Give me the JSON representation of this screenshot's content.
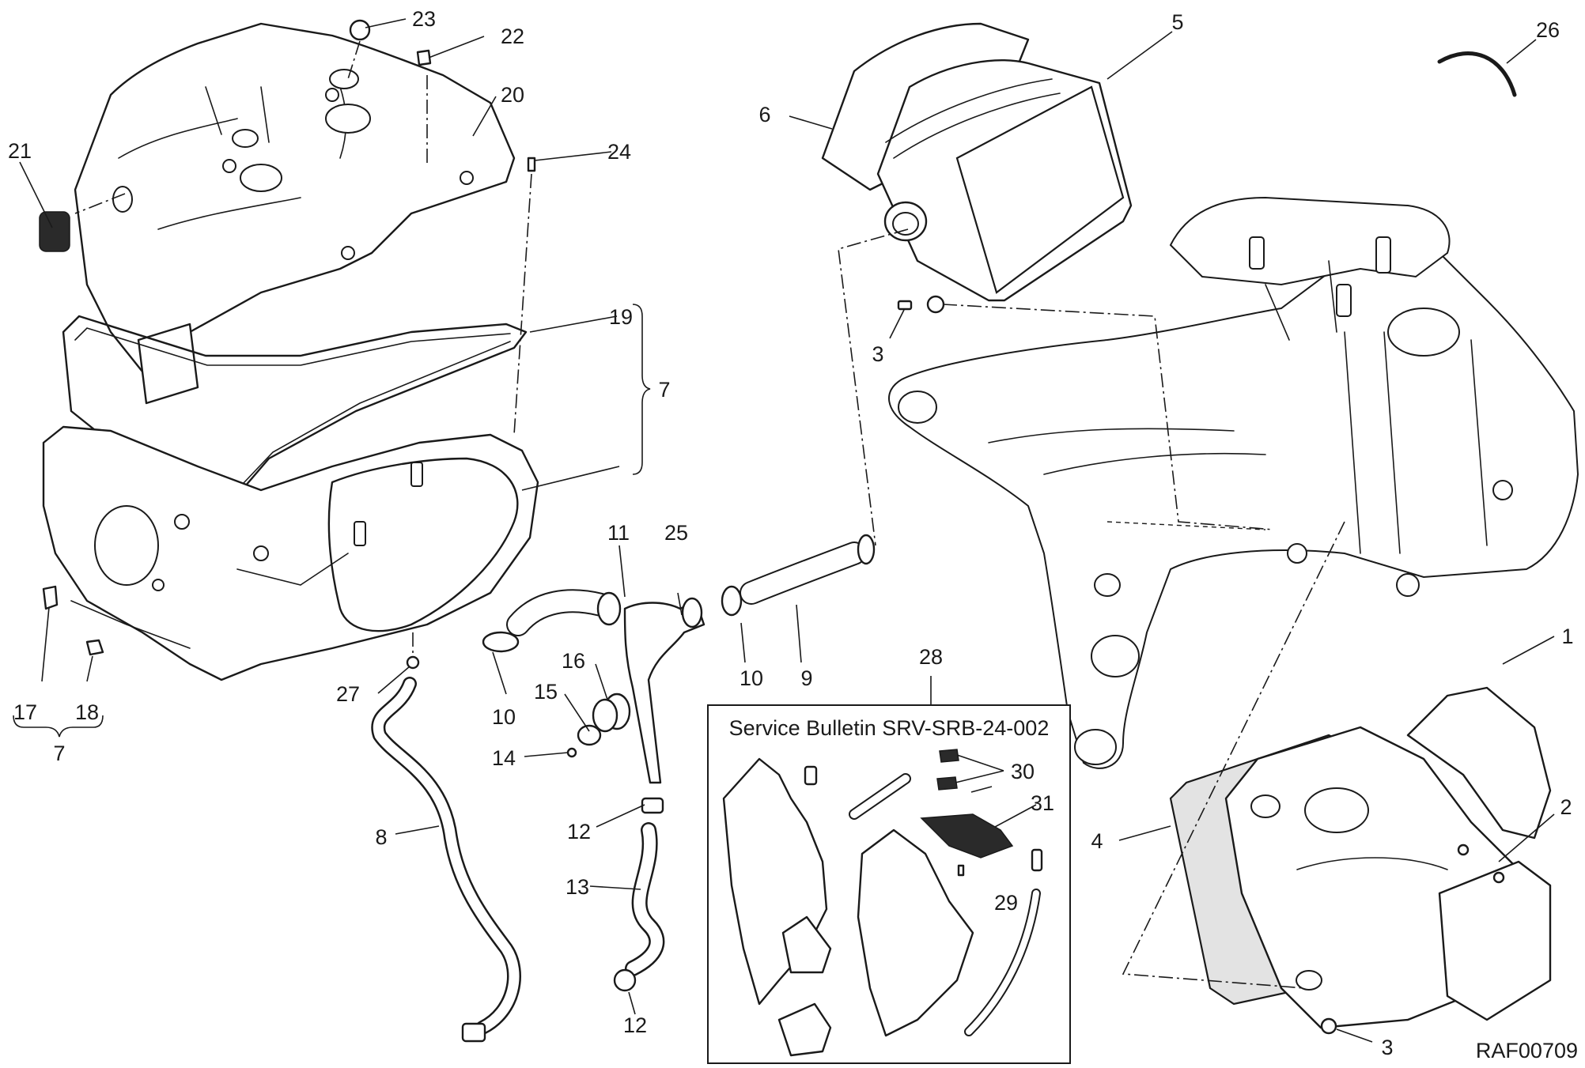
{
  "diagram": {
    "drawing_code": "RAF00709",
    "service_bulletin": {
      "title": "Service Bulletin SRV-SRB-24-002"
    },
    "callouts": [
      {
        "id": "c1",
        "label": "1"
      },
      {
        "id": "c2",
        "label": "2"
      },
      {
        "id": "c3a",
        "label": "3"
      },
      {
        "id": "c3b",
        "label": "3"
      },
      {
        "id": "c4",
        "label": "4"
      },
      {
        "id": "c5",
        "label": "5"
      },
      {
        "id": "c6",
        "label": "6"
      },
      {
        "id": "c7a",
        "label": "7"
      },
      {
        "id": "c7b",
        "label": "7"
      },
      {
        "id": "c8",
        "label": "8"
      },
      {
        "id": "c9",
        "label": "9"
      },
      {
        "id": "c10a",
        "label": "10"
      },
      {
        "id": "c10b",
        "label": "10"
      },
      {
        "id": "c11",
        "label": "11"
      },
      {
        "id": "c12a",
        "label": "12"
      },
      {
        "id": "c12b",
        "label": "12"
      },
      {
        "id": "c13",
        "label": "13"
      },
      {
        "id": "c14",
        "label": "14"
      },
      {
        "id": "c15",
        "label": "15"
      },
      {
        "id": "c16",
        "label": "16"
      },
      {
        "id": "c17",
        "label": "17"
      },
      {
        "id": "c18",
        "label": "18"
      },
      {
        "id": "c19",
        "label": "19"
      },
      {
        "id": "c20",
        "label": "20"
      },
      {
        "id": "c21",
        "label": "21"
      },
      {
        "id": "c22",
        "label": "22"
      },
      {
        "id": "c23",
        "label": "23"
      },
      {
        "id": "c24",
        "label": "24"
      },
      {
        "id": "c25",
        "label": "25"
      },
      {
        "id": "c26",
        "label": "26"
      },
      {
        "id": "c27",
        "label": "27"
      },
      {
        "id": "c28",
        "label": "28"
      },
      {
        "id": "c29",
        "label": "29"
      },
      {
        "id": "c30",
        "label": "30"
      },
      {
        "id": "c31",
        "label": "31"
      }
    ]
  }
}
